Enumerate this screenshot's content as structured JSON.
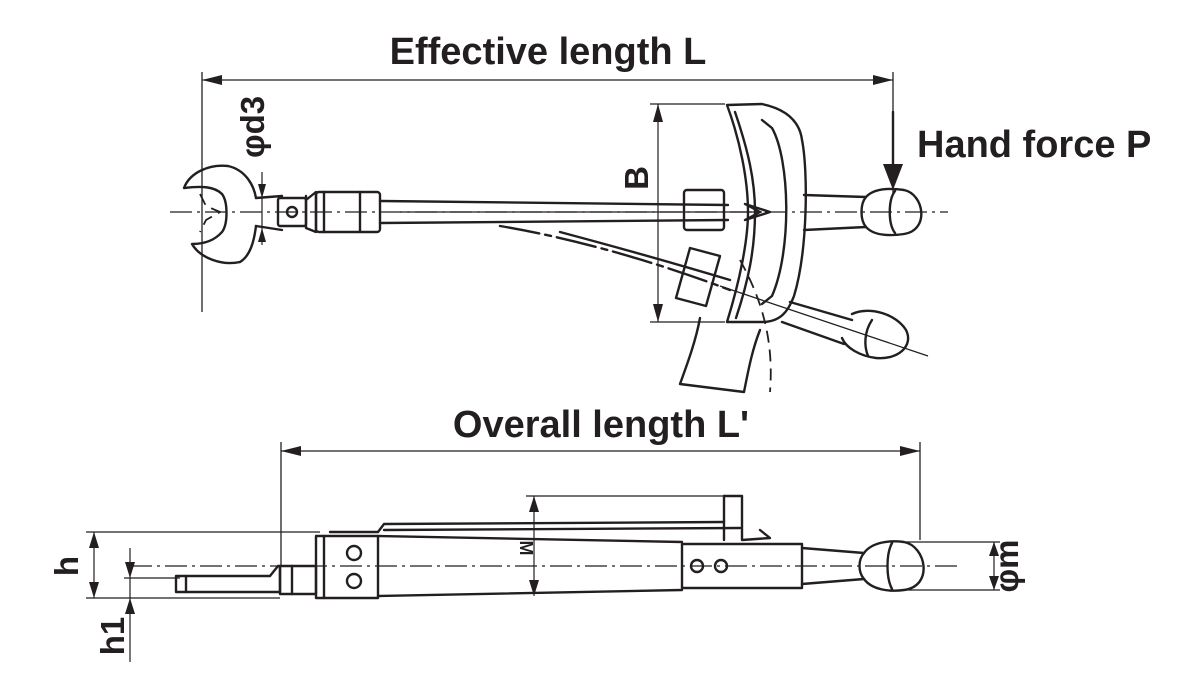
{
  "labels": {
    "effective_length": "Effective length L",
    "hand_force": "Hand force P",
    "overall_length": "Overall length L'",
    "d3": "φd3",
    "b": "B",
    "h": "h",
    "h1": "h1",
    "m": "M",
    "phi_m": "φm"
  }
}
